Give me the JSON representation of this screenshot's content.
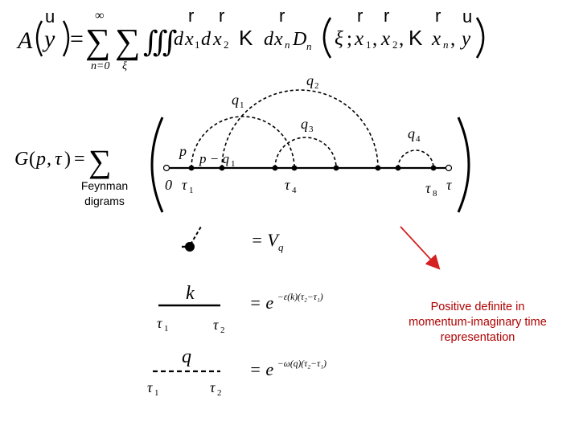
{
  "formula_top": {
    "lhs_A": "A",
    "lhs_y": "y",
    "equals": "=",
    "sum_upper": "∞",
    "sum_lower": "n=0",
    "sum2_lower": "ξ",
    "integrals": "∭",
    "d1": "d",
    "x1": "x",
    "x1_sub": "1",
    "d2": "d",
    "x2": "x",
    "x2_sub": "2",
    "K1": "K",
    "dn": "d",
    "xn": "x",
    "xn_sub": "n",
    "Dn": "D",
    "Dn_sub": "n",
    "xi": "ξ",
    "semicolon": ";",
    "ax1": "x",
    "ax1_sub": "1",
    "comma1": ",",
    "ax2": "x",
    "ax2_sub": "2",
    "comma2": ",",
    "K2": "K",
    "axn": "x",
    "axn_sub": "n",
    "comma3": ",",
    "ay": "y",
    "r_marks": [
      "r",
      "r",
      "r",
      "r",
      "r",
      "r"
    ],
    "u_marks": [
      "u",
      "u"
    ]
  },
  "formula_G": {
    "G": "G",
    "open": "(",
    "p": "p",
    "comma": ",",
    "tau": "τ",
    "close": ")",
    "equals": "=",
    "sum": "∑"
  },
  "diagram": {
    "label_p": "p",
    "label_p_minus_q1": "p − q",
    "label_p_minus_q1_sub": "1",
    "q1": "q",
    "q1_sub": "1",
    "q2": "q",
    "q2_sub": "2",
    "q3": "q",
    "q3_sub": "3",
    "q4": "q",
    "q4_sub": "4",
    "zero": "0",
    "tau1": "τ",
    "tau1_sub": "1",
    "tau4": "τ",
    "tau4_sub": "4",
    "tau8": "τ",
    "tau8_sub": "8",
    "tau": "τ"
  },
  "caption": "Feynman\ndigrams",
  "rules": {
    "vertex_eq": "= V",
    "vertex_sub": "q",
    "k_label": "k",
    "k_eq": "= e",
    "k_exp": "−ε(k)(τ₂−τ₁)",
    "k_tau1": "τ",
    "k_tau1_sub": "1",
    "k_tau2": "τ",
    "k_tau2_sub": "2",
    "q_label": "q",
    "q_eq": "= e",
    "q_exp": "−ω(q)(τ₂−τ₁)",
    "q_tau1": "τ",
    "q_tau1_sub": "1",
    "q_tau2": "τ",
    "q_tau2_sub": "2"
  },
  "annotation": "Positive definite in\nmomentum-imaginary time\nrepresentation",
  "colors": {
    "ink": "#000000",
    "arrow": "#d42020",
    "annotation": "#b00000"
  }
}
